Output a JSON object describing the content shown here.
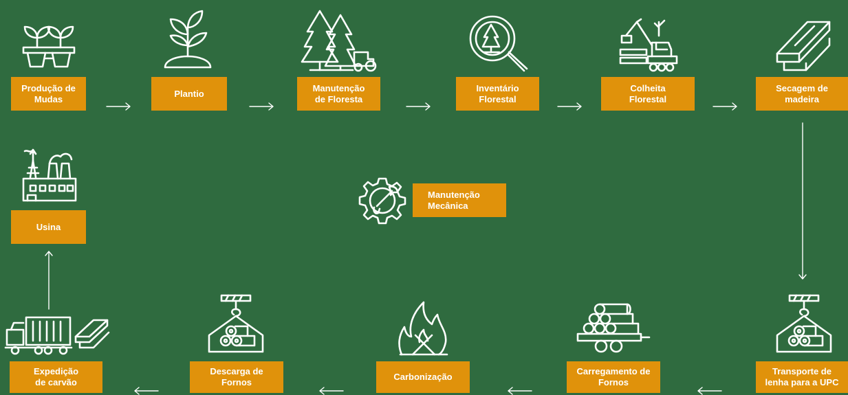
{
  "colors": {
    "background": "#2f6b3f",
    "box": "#e0920b",
    "text": "#ffffff"
  },
  "steps": [
    {
      "label": "Produção de\nMudas",
      "icon": "seedling-tray-icon"
    },
    {
      "label": "Plantio",
      "icon": "plant-sprout-icon"
    },
    {
      "label": "Manutenção\nde Floresta",
      "icon": "forest-tractor-icon"
    },
    {
      "label": "Inventário\nFlorestal",
      "icon": "magnifier-tree-icon"
    },
    {
      "label": "Colheita\nFlorestal",
      "icon": "harvester-machine-icon"
    },
    {
      "label": "Secagem de\nmadeira",
      "icon": "wood-planks-icon"
    },
    {
      "label": "Transporte de\nlenha  para a UPC",
      "icon": "crane-hook-logs-icon"
    },
    {
      "label": "Carregamento de\nFornos",
      "icon": "log-trailer-icon"
    },
    {
      "label": "Carbonização",
      "icon": "fire-flames-icon"
    },
    {
      "label": "Descarga de\nFornos",
      "icon": "crane-hook-logs-icon"
    },
    {
      "label": "Expedição\nde carvão",
      "icon": "truck-container-icon"
    },
    {
      "label": "Usina",
      "icon": "power-plant-icon"
    }
  ],
  "center": {
    "label": "Manutenção\nMecânica",
    "icon": "gear-wrench-icon"
  }
}
